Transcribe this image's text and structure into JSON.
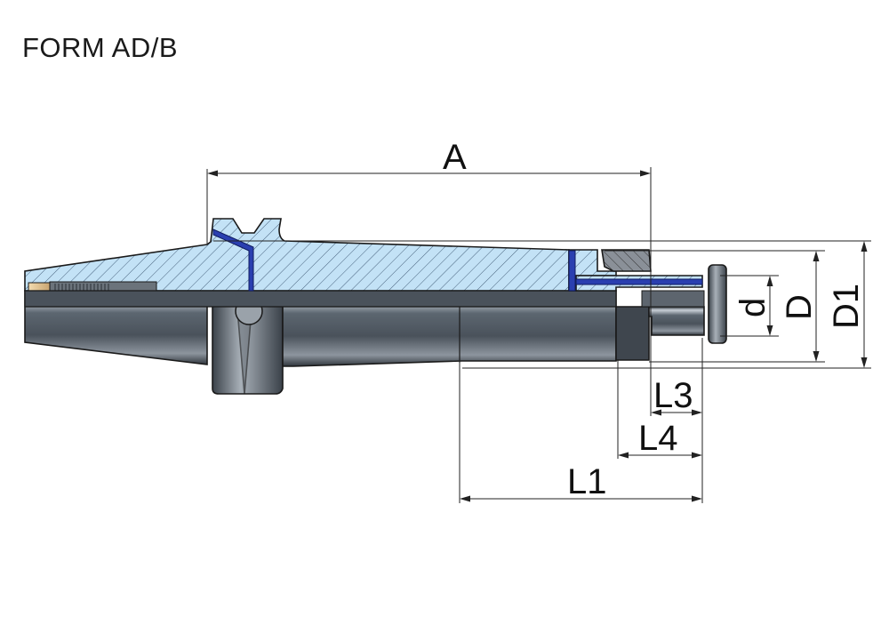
{
  "title": "FORM AD/B",
  "dimensions": {
    "A": "A",
    "D1": "D1",
    "D": "D",
    "d": "d",
    "L3": "L3",
    "L4": "L4",
    "L1": "L1"
  },
  "colors": {
    "section_fill": "#bfe0f5",
    "coolant_channel": "#2a3fb0",
    "steel": "#5a6470"
  }
}
